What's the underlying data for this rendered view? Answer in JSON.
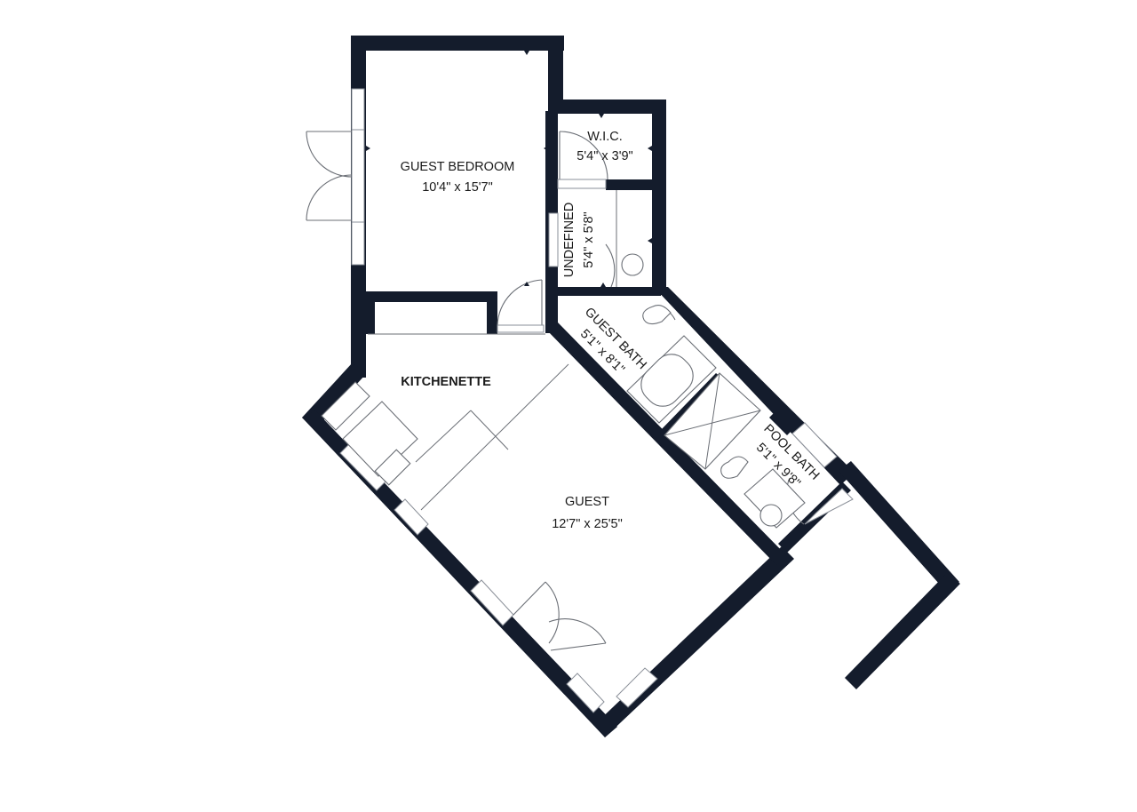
{
  "rooms": {
    "guest_bedroom": {
      "name": "GUEST BEDROOM",
      "dims": "10'4\" x 15'7\""
    },
    "wic": {
      "name": "W.I.C.",
      "dims": "5'4\" x 3'9\""
    },
    "undefined": {
      "name": "UNDEFINED",
      "dims": "5'4\" x 5'8\""
    },
    "guest_bath": {
      "name": "GUEST BATH",
      "dims": "5'1\" x 8'1\""
    },
    "kitchenette": {
      "name": "KITCHENETTE"
    },
    "guest": {
      "name": "GUEST",
      "dims": "12'7\" x 25'5\""
    },
    "pool_bath": {
      "name": "POOL BATH",
      "dims": "5'1\" x 9'8\""
    }
  },
  "colors": {
    "wall": "#141c2c",
    "fixture_line": "#6b6f76",
    "background": "#ffffff"
  }
}
